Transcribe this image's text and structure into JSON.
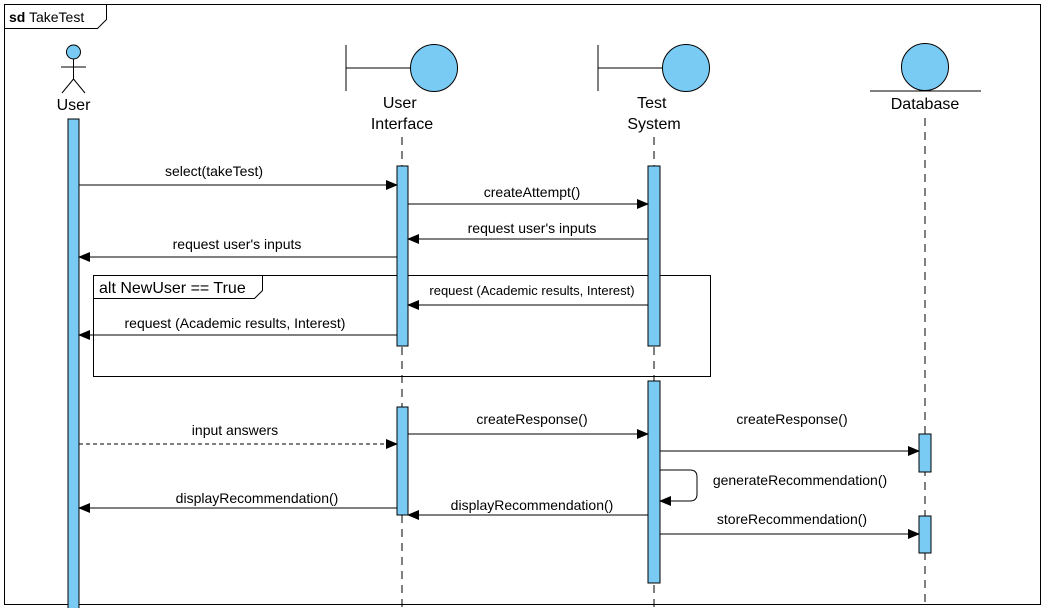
{
  "frame": {
    "keyword": "sd",
    "name": "TakeTest"
  },
  "participants": {
    "user": {
      "label": "User",
      "kind": "actor"
    },
    "ui": {
      "label_line1": "User",
      "label_line2": "Interface",
      "kind": "boundary"
    },
    "test": {
      "label_line1": "Test",
      "label_line2": "System",
      "kind": "boundary"
    },
    "db": {
      "label": "Database",
      "kind": "entity"
    }
  },
  "fragment": {
    "label": "alt NewUser == True"
  },
  "messages": {
    "select_take_test": "select(takeTest)",
    "create_attempt": "createAttempt()",
    "request_inputs_from_test": "request user's inputs",
    "request_inputs_to_user": "request user's inputs",
    "request_academic_from_test": "request (Academic results, Interest)",
    "request_academic_to_user": "request (Academic results, Interest)",
    "input_answers": "input answers",
    "create_response_ui": "createResponse()",
    "create_response_db": "createResponse()",
    "generate_recommendation": "generateRecommendation()",
    "display_recommendation_user": "displayRecommendation()",
    "display_recommendation_ui": "displayRecommendation()",
    "store_recommendation": "storeRecommendation()"
  },
  "colors": {
    "participant_fill": "#7acbf3",
    "activation_fill": "#7acbf3",
    "line": "#000000"
  }
}
